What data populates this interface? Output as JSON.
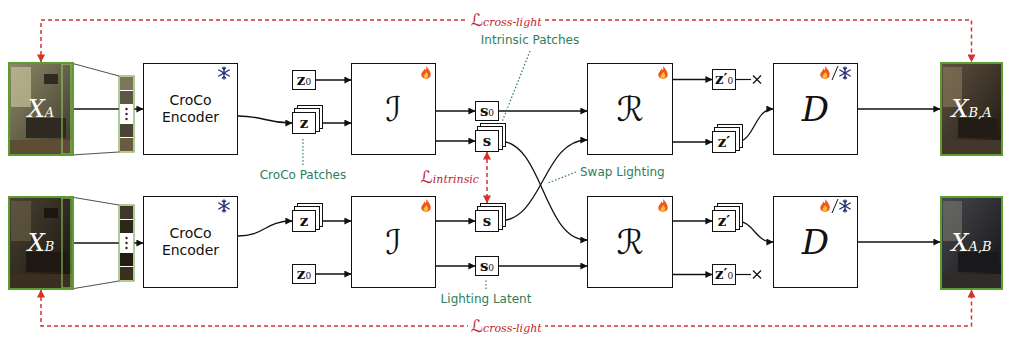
{
  "diagram": {
    "nodes": [
      {
        "text": [
          "XA"
        ]
      },
      {
        "text": [
          "CroCo Encoder"
        ]
      },
      {
        "text": [
          "z0"
        ]
      },
      {
        "text": [
          "z"
        ]
      },
      {
        "text": [
          "ℐ"
        ]
      },
      {
        "text": [
          "s0"
        ]
      },
      {
        "text": [
          "s"
        ]
      },
      {
        "text": [
          "ℛ"
        ]
      },
      {
        "text": [
          "z′0"
        ]
      },
      {
        "text": [
          "z′"
        ]
      },
      {
        "text": [
          "D"
        ]
      },
      {
        "text": [
          "XB,A"
        ]
      },
      {
        "text": [
          "XB"
        ]
      },
      {
        "text": [
          "CroCo Encoder"
        ]
      },
      {
        "text": [
          "z"
        ]
      },
      {
        "text": [
          "z0"
        ]
      },
      {
        "text": [
          "ℐ"
        ]
      },
      {
        "text": [
          "s"
        ]
      },
      {
        "text": [
          "s0"
        ]
      },
      {
        "text": [
          "ℛ"
        ]
      },
      {
        "text": [
          "z′"
        ]
      },
      {
        "text": [
          "z′0"
        ]
      },
      {
        "text": [
          "D"
        ]
      },
      {
        "text": [
          "XA,B"
        ]
      }
    ],
    "edges": [
      {
        "from": 0,
        "to": 1,
        "arrow": "to"
      },
      {
        "from": 1,
        "to": 3,
        "arrow": "to"
      },
      {
        "from": 2,
        "to": 4,
        "arrow": "to"
      },
      {
        "from": 3,
        "to": 4,
        "arrow": "to"
      },
      {
        "from": 4,
        "to": 5,
        "arrow": "to"
      },
      {
        "from": 4,
        "to": 6,
        "arrow": "to"
      },
      {
        "from": 5,
        "to": 7,
        "arrow": "to"
      },
      {
        "from": 6,
        "to": 19,
        "arrow": "to"
      },
      {
        "from": 17,
        "to": 7,
        "arrow": "to"
      },
      {
        "from": 18,
        "to": 19,
        "arrow": "to"
      },
      {
        "from": 7,
        "to": 8,
        "arrow": "to"
      },
      {
        "from": 7,
        "to": 9,
        "arrow": "to"
      },
      {
        "from": 9,
        "to": 10,
        "arrow": "to"
      },
      {
        "from": 10,
        "to": 11,
        "arrow": "to"
      },
      {
        "from": 12,
        "to": 13,
        "arrow": "to"
      },
      {
        "from": 13,
        "to": 14,
        "arrow": "to"
      },
      {
        "from": 14,
        "to": 16,
        "arrow": "to"
      },
      {
        "from": 15,
        "to": 16,
        "arrow": "to"
      },
      {
        "from": 16,
        "to": 17,
        "arrow": "to"
      },
      {
        "from": 16,
        "to": 18,
        "arrow": "to"
      },
      {
        "from": 19,
        "to": 20,
        "arrow": "to"
      },
      {
        "from": 19,
        "to": 21,
        "arrow": "to"
      },
      {
        "from": 20,
        "to": 22,
        "arrow": "to"
      },
      {
        "from": 22,
        "to": 23,
        "arrow": "to"
      },
      {
        "from": 6,
        "to": 17,
        "arrow": "both",
        "label": "ℒintrinsic"
      },
      {
        "from": 0,
        "to": 11,
        "arrow": "both",
        "label": "ℒcross-light"
      },
      {
        "from": 12,
        "to": 23,
        "arrow": "both",
        "label": "ℒcross-light"
      }
    ],
    "labels": [
      "Intrinsic Patches",
      "CroCo Patches",
      "Swap Lighting",
      "Lighting Latent"
    ]
  }
}
